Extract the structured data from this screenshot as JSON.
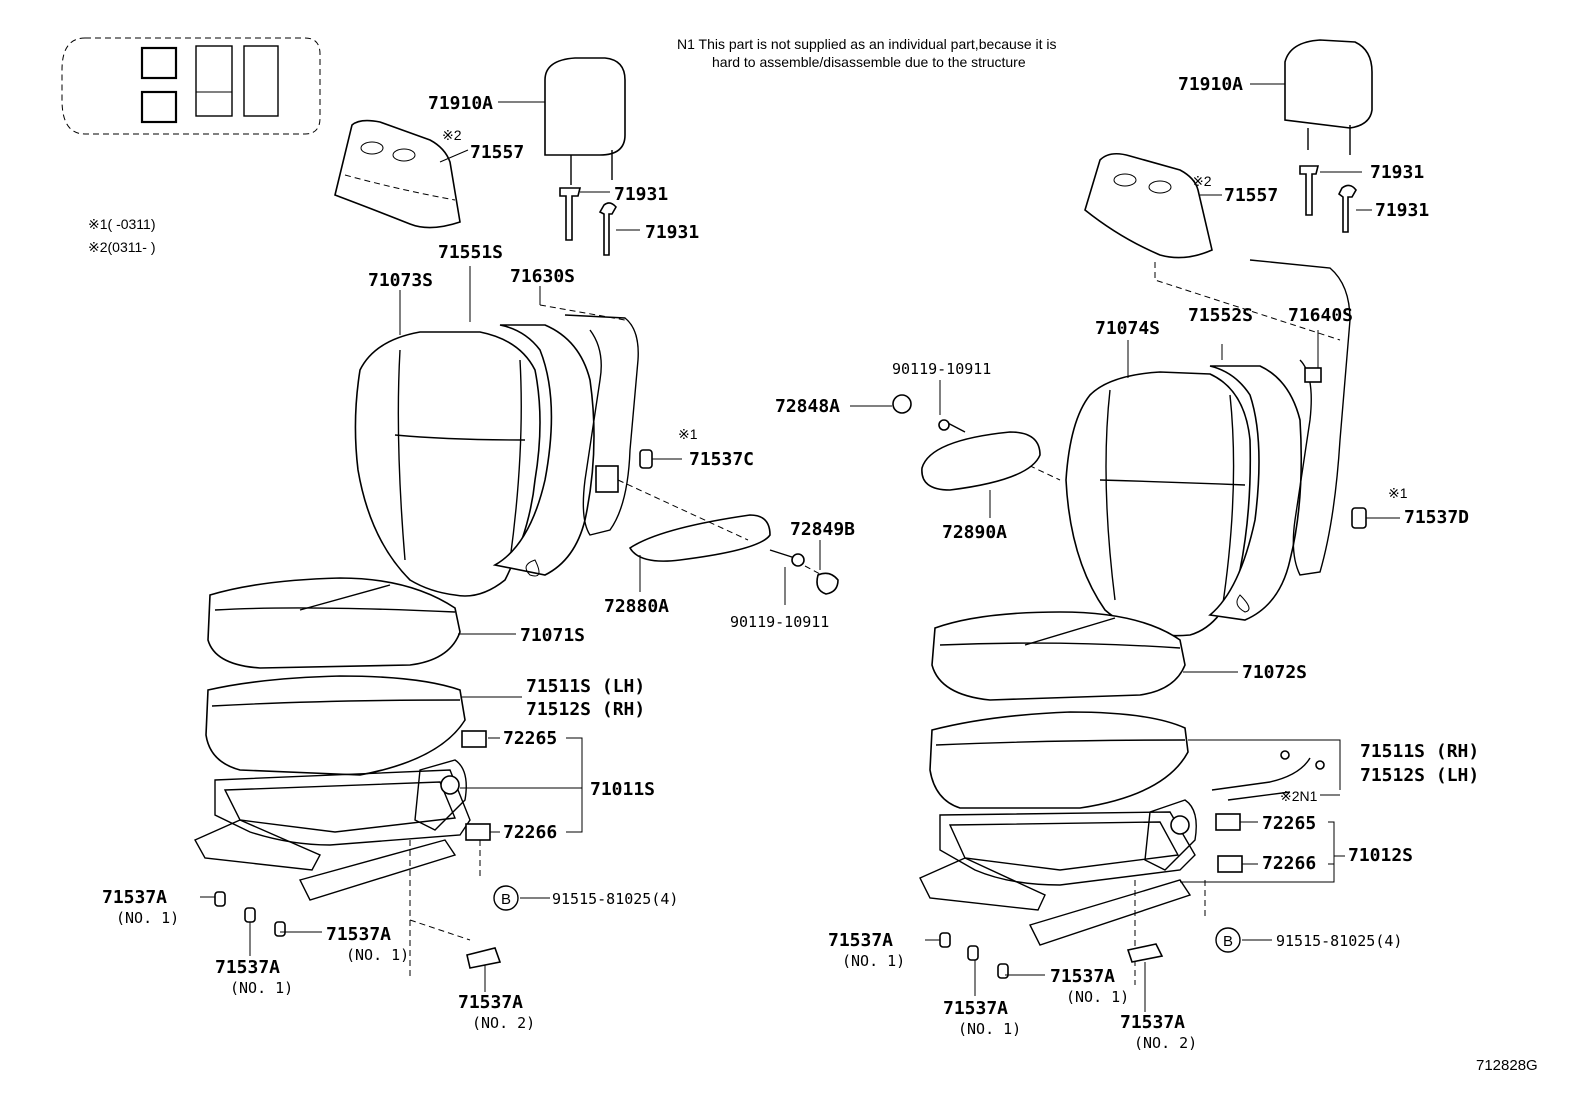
{
  "note": {
    "line1": "N1  This part is not supplied as an individual  part,because it is",
    "line2": "hard to  assemble/disassemble due to the structure"
  },
  "legend": {
    "mark1": "※1(       -0311)",
    "mark2": "※2(0311-       )"
  },
  "figure_id": "712828G",
  "left": {
    "headrest": "71910A",
    "headrest_cover_mark": "※2",
    "headrest_cover": "71557",
    "support_1": "71931",
    "support_2": "71931",
    "back_cover": "71551S",
    "back_frame": "71630S",
    "back_assy": "71073S",
    "cover_mark": "※1",
    "cover": "71537C",
    "armrest": "72880A",
    "armrest_cap": "72849B",
    "bolt": "90119-10911",
    "cushion": "71071S",
    "cushion_pad_lh": "71511S (LH)",
    "cushion_pad_rh": "71512S (RH)",
    "adjuster_1": "72265",
    "adjuster_2": "72266",
    "track": "71011S",
    "bolt_b_mark": "B",
    "bolt_b": "91515-81025(4)",
    "cap_a1": "71537A",
    "cap_a1_sub": "(NO. 1)",
    "cap_a2": "71537A",
    "cap_a2_sub": "(NO. 1)",
    "cap_a3": "71537A",
    "cap_a3_sub": "(NO. 1)",
    "cap_a4": "71537A",
    "cap_a4_sub": "(NO. 2)"
  },
  "center": {
    "bolt": "90119-10911",
    "cap": "72848A",
    "armrest": "72890A"
  },
  "right": {
    "headrest": "71910A",
    "headrest_cover_mark": "※2",
    "headrest_cover": "71557",
    "support_1": "71931",
    "support_2": "71931",
    "back_assy": "71074S",
    "back_cover": "71552S",
    "back_frame": "71640S",
    "cover_mark": "※1",
    "cover": "71537D",
    "cushion": "71072S",
    "cushion_pad_rh": "71511S (RH)",
    "cushion_pad_lh": "71512S (LH)",
    "wire_mark": "※2N1",
    "adjuster_1": "72265",
    "adjuster_2": "72266",
    "track": "71012S",
    "bolt_b_mark": "B",
    "bolt_b": "91515-81025(4)",
    "cap_a1": "71537A",
    "cap_a1_sub": "(NO. 1)",
    "cap_a2": "71537A",
    "cap_a2_sub": "(NO. 1)",
    "cap_a3": "71537A",
    "cap_a3_sub": "(NO. 1)",
    "cap_a4": "71537A",
    "cap_a4_sub": "(NO. 2)"
  }
}
